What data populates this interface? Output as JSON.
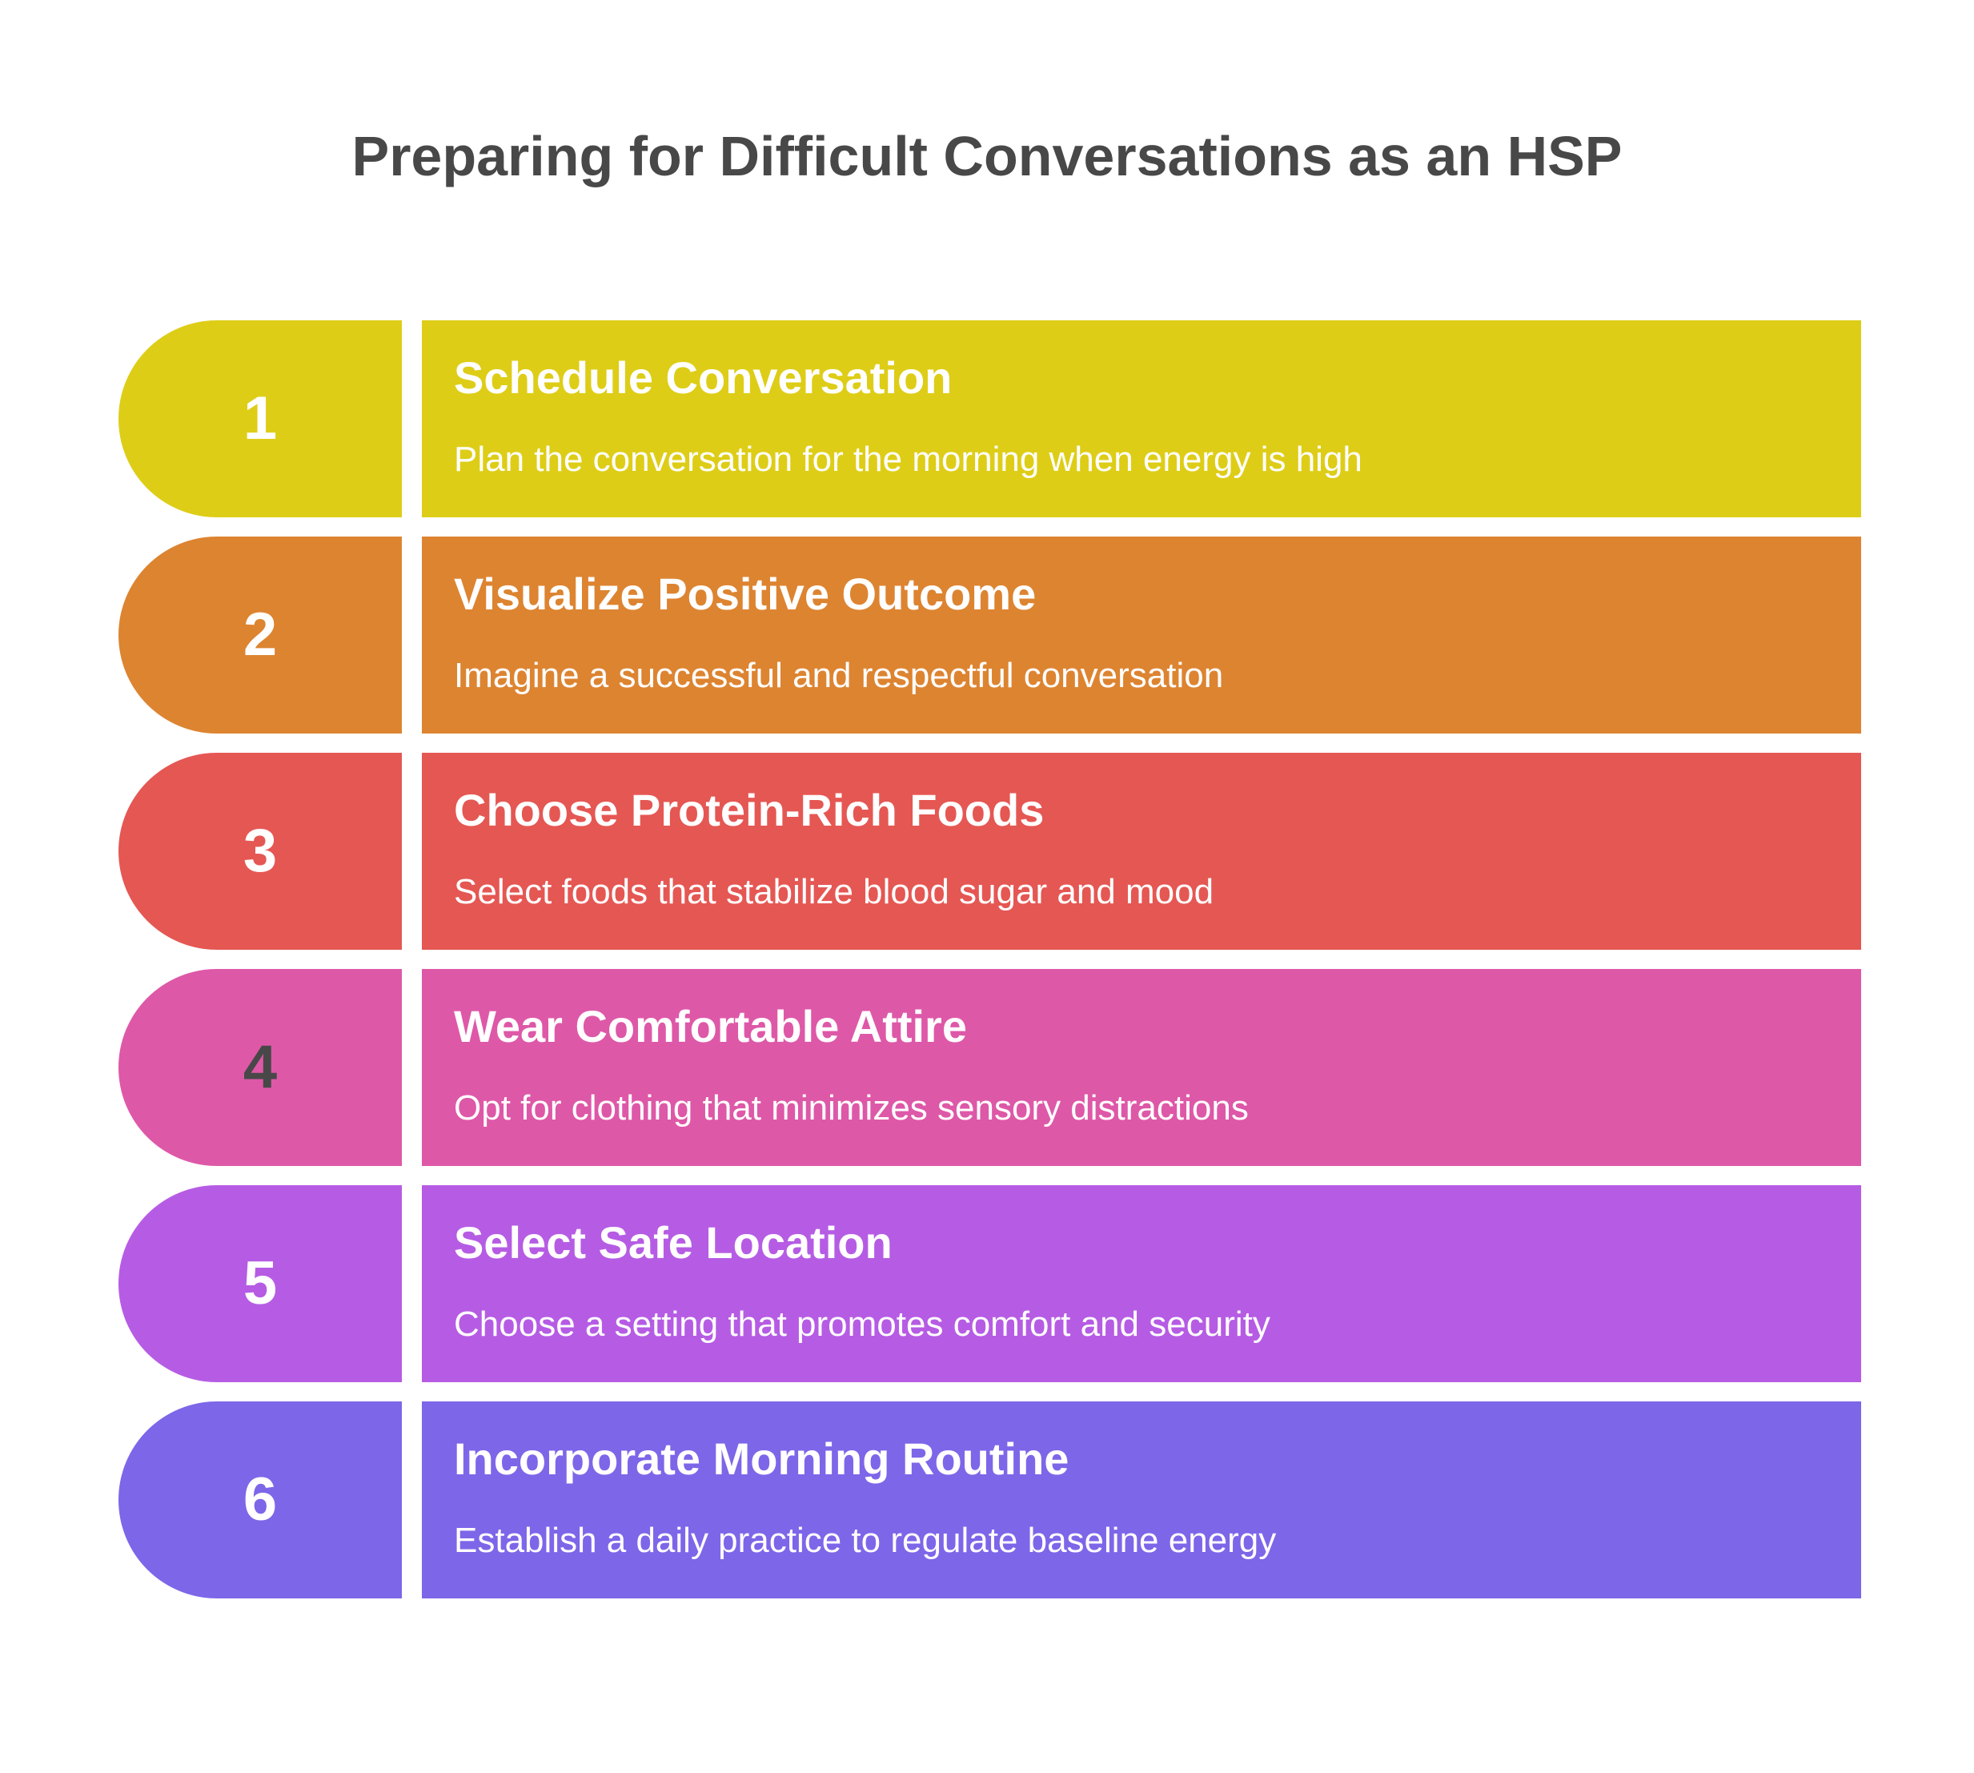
{
  "title": "Preparing for Difficult Conversations as an HSP",
  "steps": [
    {
      "number": "1",
      "title": "Schedule Conversation",
      "description": "Plan the conversation for the morning when energy is high",
      "color": "#DECD17",
      "number_color": "#FFFFFF"
    },
    {
      "number": "2",
      "title": "Visualize Positive Outcome",
      "description": "Imagine a successful and respectful conversation",
      "color": "#DD8431",
      "number_color": "#FFFFFF"
    },
    {
      "number": "3",
      "title": "Choose Protein-Rich Foods",
      "description": "Select foods that stabilize blood sugar and mood",
      "color": "#E55753",
      "number_color": "#FFFFFF"
    },
    {
      "number": "4",
      "title": "Wear Comfortable Attire",
      "description": "Opt for clothing that minimizes sensory distractions",
      "color": "#DE58A8",
      "number_color": "#484848"
    },
    {
      "number": "5",
      "title": "Select Safe Location",
      "description": "Choose a setting that promotes comfort and security",
      "color": "#B65CE4",
      "number_color": "#FFFFFF"
    },
    {
      "number": "6",
      "title": "Incorporate Morning Routine",
      "description": "Establish a daily practice to regulate baseline energy",
      "color": "#7E66E9",
      "number_color": "#FFFFFF"
    }
  ]
}
